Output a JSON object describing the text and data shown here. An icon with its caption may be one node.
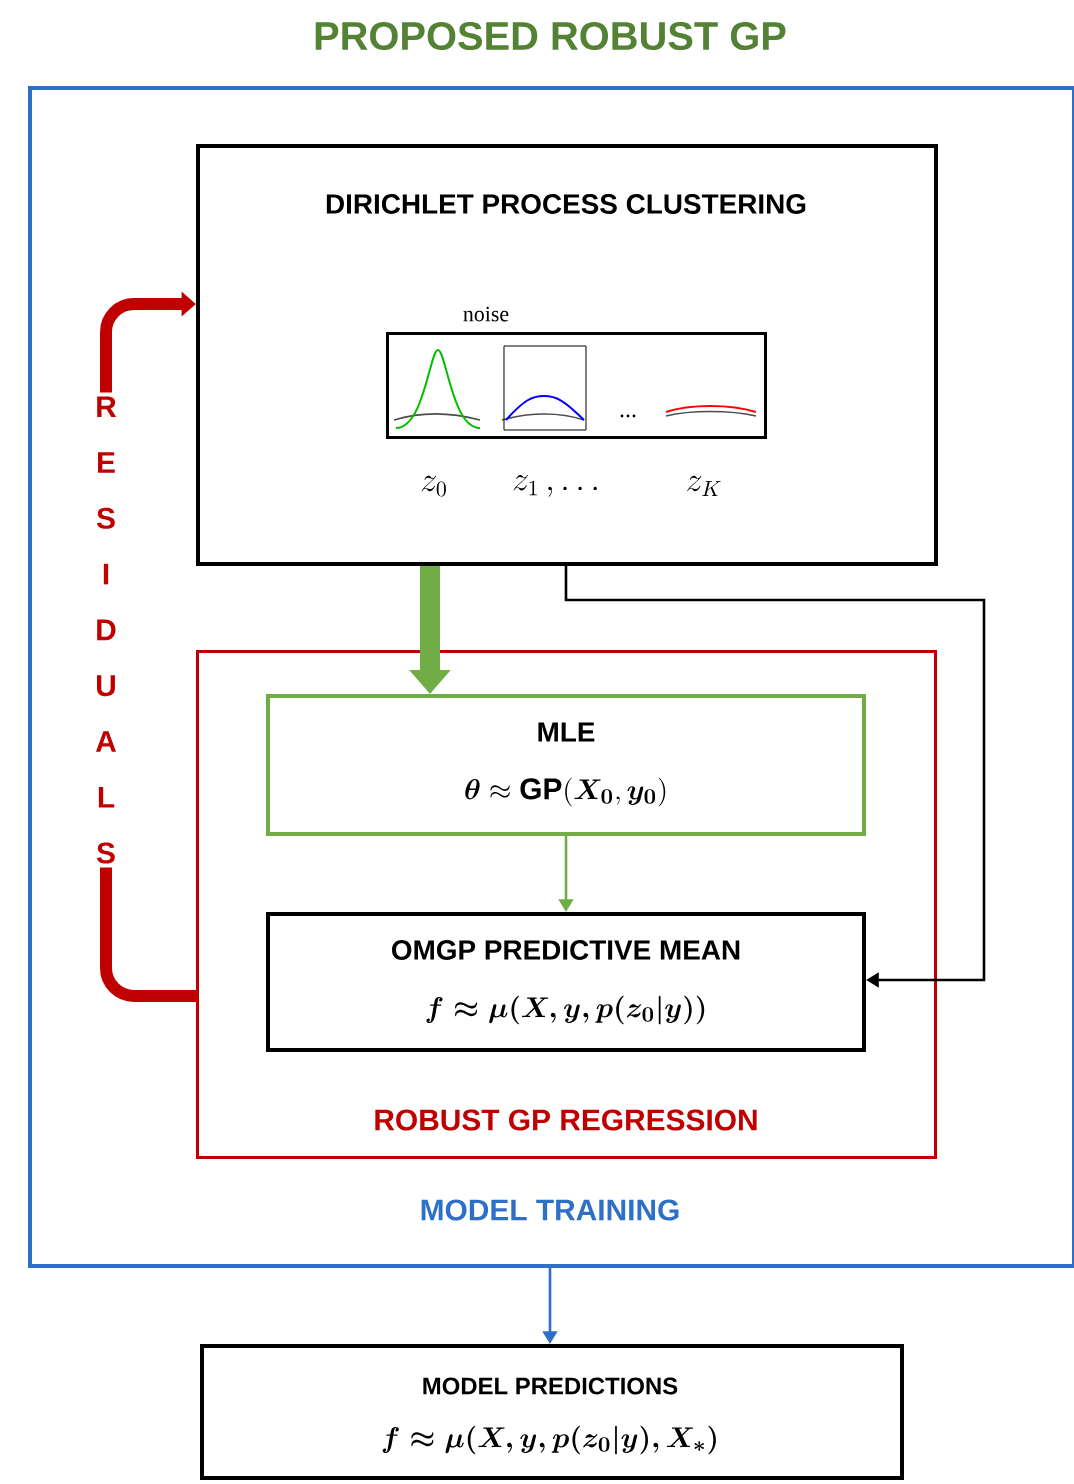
{
  "diagram": {
    "title": "PROPOSED ROBUST GP",
    "nodes": [
      {
        "text": [
          "MODEL TRAINING"
        ]
      },
      {
        "text": [
          "DIRICHLET PROCESS CLUSTERING"
        ],
        "in": 0
      },
      {
        "text": [
          "noise"
        ],
        "beside": [
          "z_0",
          "z_1 \\,, \\ldots",
          "z_K"
        ],
        "in": 1
      },
      {
        "text": [
          "ROBUST GP REGRESSION"
        ],
        "in": 0
      },
      {
        "text": [
          "MLE",
          "\\boldsymbol{\\theta} \\approx \\mathbf{GP}(\\boldsymbol{X_0}, \\boldsymbol{y_0})"
        ],
        "in": 3
      },
      {
        "text": [
          "OMGP PREDICTIVE MEAN",
          "\\boldsymbol{f \\approx \\mu(X, y, p(z_0|y))}"
        ],
        "in": 3
      },
      {
        "text": [
          "MODEL PREDICTIONS",
          "\\boldsymbol{f \\approx \\mu(X, y, p(z_0|y), X_*)}"
        ]
      }
    ],
    "edges": [
      {
        "from": 1,
        "to": 4,
        "arrow": "to",
        "style": "thick",
        "color": "#70ad47"
      },
      {
        "from": 1,
        "to": 5,
        "arrow": "to",
        "color": "#000000"
      },
      {
        "from": 4,
        "to": 5,
        "arrow": "to",
        "color": "#70ad47"
      },
      {
        "from": 3,
        "to": 1,
        "arrow": "to",
        "style": "thick",
        "color": "#c00000",
        "label": "RESIDUALS"
      },
      {
        "from": 0,
        "to": 6,
        "arrow": "to",
        "color": "#2e6fc7"
      }
    ]
  }
}
